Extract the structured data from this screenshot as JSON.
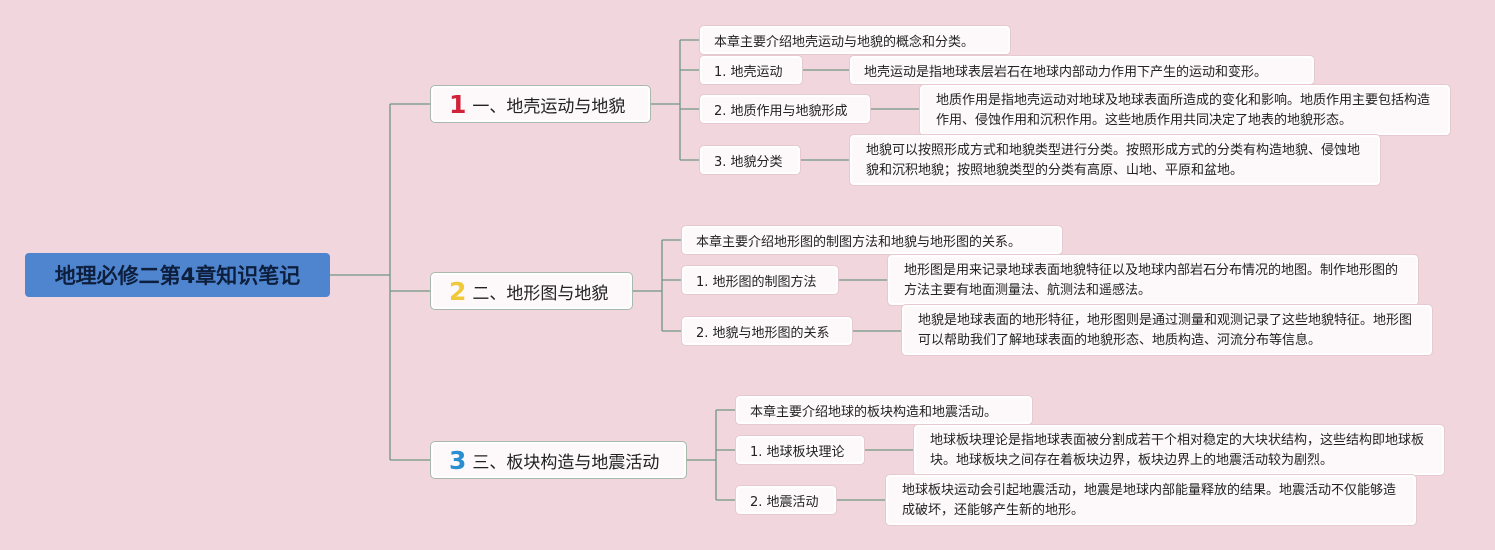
{
  "root": {
    "title": "地理必修二第4章知识笔记"
  },
  "branches": [
    {
      "number": "1",
      "number_color": "#d0233a",
      "title": "一、地壳运动与地貌",
      "intro": "本章主要介绍地壳运动与地貌的概念和分类。",
      "items": [
        {
          "label": "1. 地壳运动",
          "detail": "地壳运动是指地球表层岩石在地球内部动力作用下产生的运动和变形。"
        },
        {
          "label": "2. 地质作用与地貌形成",
          "detail": "地质作用是指地壳运动对地球及地球表面所造成的变化和影响。地质作用主要包括构造作用、侵蚀作用和沉积作用。这些地质作用共同决定了地表的地貌形态。"
        },
        {
          "label": "3. 地貌分类",
          "detail": "地貌可以按照形成方式和地貌类型进行分类。按照形成方式的分类有构造地貌、侵蚀地貌和沉积地貌；按照地貌类型的分类有高原、山地、平原和盆地。"
        }
      ]
    },
    {
      "number": "2",
      "number_color": "#f0c93a",
      "title": "二、地形图与地貌",
      "intro": "本章主要介绍地形图的制图方法和地貌与地形图的关系。",
      "items": [
        {
          "label": "1. 地形图的制图方法",
          "detail": "地形图是用来记录地球表面地貌特征以及地球内部岩石分布情况的地图。制作地形图的方法主要有地面测量法、航测法和遥感法。"
        },
        {
          "label": "2. 地貌与地形图的关系",
          "detail": "地貌是地球表面的地形特征，地形图则是通过测量和观测记录了这些地貌特征。地形图可以帮助我们了解地球表面的地貌形态、地质构造、河流分布等信息。"
        }
      ]
    },
    {
      "number": "3",
      "number_color": "#2a8fd0",
      "title": "三、板块构造与地震活动",
      "intro": "本章主要介绍地球的板块构造和地震活动。",
      "items": [
        {
          "label": "1. 地球板块理论",
          "detail": "地球板块理论是指地球表面被分割成若干个相对稳定的大块状结构，这些结构即地球板块。地球板块之间存在着板块边界，板块边界上的地震活动较为剧烈。"
        },
        {
          "label": "2. 地震活动",
          "detail": "地球板块运动会引起地震活动，地震是地球内部能量释放的结果。地震活动不仅能够造成破坏，还能够产生新的地形。"
        }
      ]
    }
  ],
  "colors": {
    "background": "#f2d6dd",
    "root_fill": "#4f85cf",
    "line": "#6f9683"
  }
}
